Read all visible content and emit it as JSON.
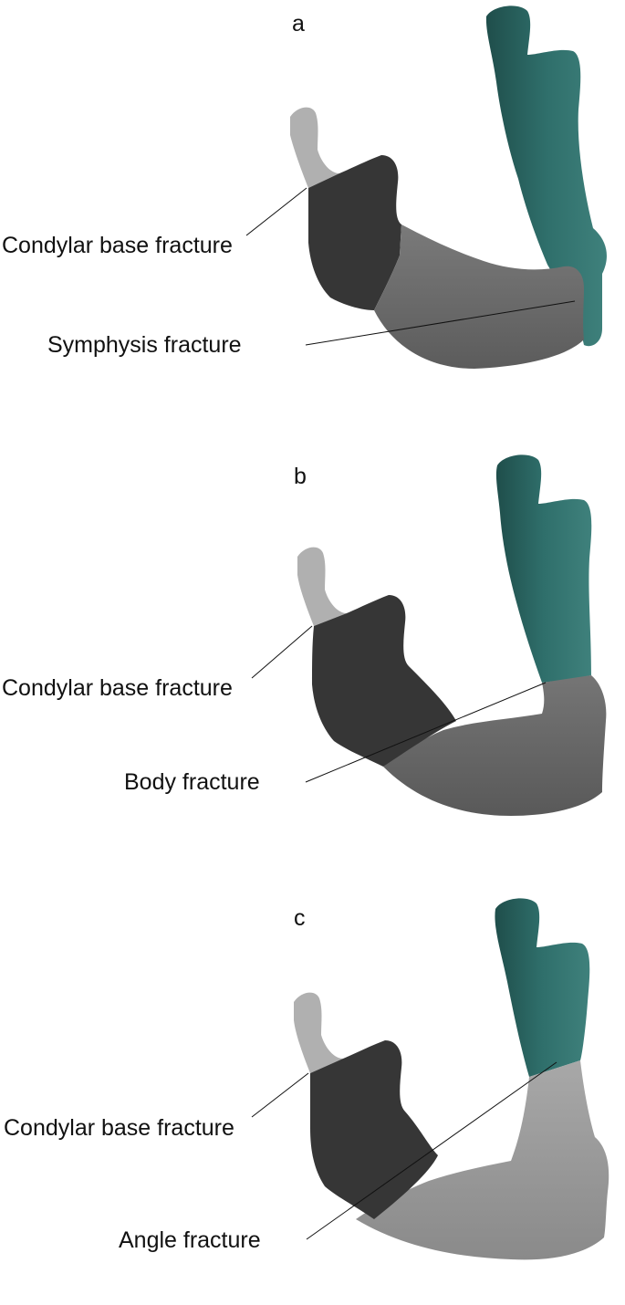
{
  "panels": [
    {
      "letter": "a",
      "labels": {
        "upper": "Condylar base fracture",
        "lower": "Symphysis fracture"
      }
    },
    {
      "letter": "b",
      "labels": {
        "upper": "Condylar base fracture",
        "lower": "Body fracture"
      }
    },
    {
      "letter": "c",
      "labels": {
        "upper": "Condylar base fracture",
        "lower": "Angle fracture"
      }
    }
  ],
  "colors": {
    "teal_fragment": "#2f6f6b",
    "dark_fragment": "#3a3a3a",
    "gray_fragment": "#6e6e6e",
    "light_fragment": "#b3b3b3"
  }
}
